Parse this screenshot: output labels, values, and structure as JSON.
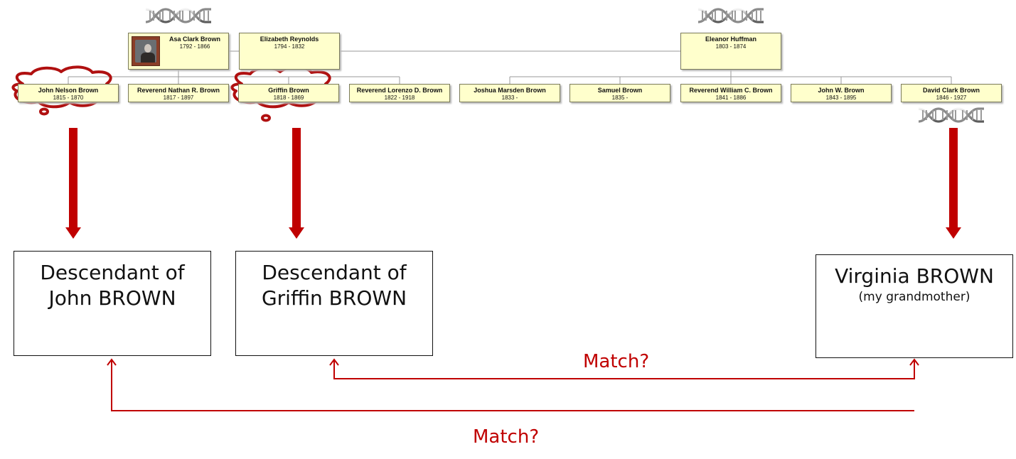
{
  "tree": {
    "parents": [
      {
        "name": "Asa Clark Brown",
        "dates": "1792 - 1866"
      },
      {
        "name": "Elizabeth Reynolds",
        "dates": "1794 - 1832"
      },
      {
        "name": "Eleanor Huffman",
        "dates": "1803 - 1874"
      }
    ],
    "children": [
      {
        "name": "John Nelson Brown",
        "dates": "1815 - 1870"
      },
      {
        "name": "Reverend Nathan R. Brown",
        "dates": "1817 - 1897"
      },
      {
        "name": "Griffin Brown",
        "dates": "1818 - 1869"
      },
      {
        "name": "Reverend Lorenzo D. Brown",
        "dates": "1822 - 1918"
      },
      {
        "name": "Joshua Marsden Brown",
        "dates": "1833 -"
      },
      {
        "name": "Samuel Brown",
        "dates": "1835 -"
      },
      {
        "name": "Reverend William C. Brown",
        "dates": "1841 - 1886"
      },
      {
        "name": "John W. Brown",
        "dates": "1843 - 1895"
      },
      {
        "name": "David Clark Brown",
        "dates": "1846 - 1927"
      }
    ]
  },
  "descendants": [
    {
      "line1": "Descendant of",
      "line2": "John BROWN"
    },
    {
      "line1": "Descendant of",
      "line2": "Griffin BROWN"
    },
    {
      "line1": "Virginia BROWN",
      "line2": "(my grandmother)"
    }
  ],
  "match_labels": {
    "upper": "Match?",
    "lower": "Match?"
  },
  "icons": {
    "dna": "dna-helix-icon",
    "photo": "portrait-photo",
    "highlight": "cloud-highlight"
  },
  "colors": {
    "accent": "#c00000",
    "node_fill": "#ffffcc",
    "connector": "#999999"
  }
}
